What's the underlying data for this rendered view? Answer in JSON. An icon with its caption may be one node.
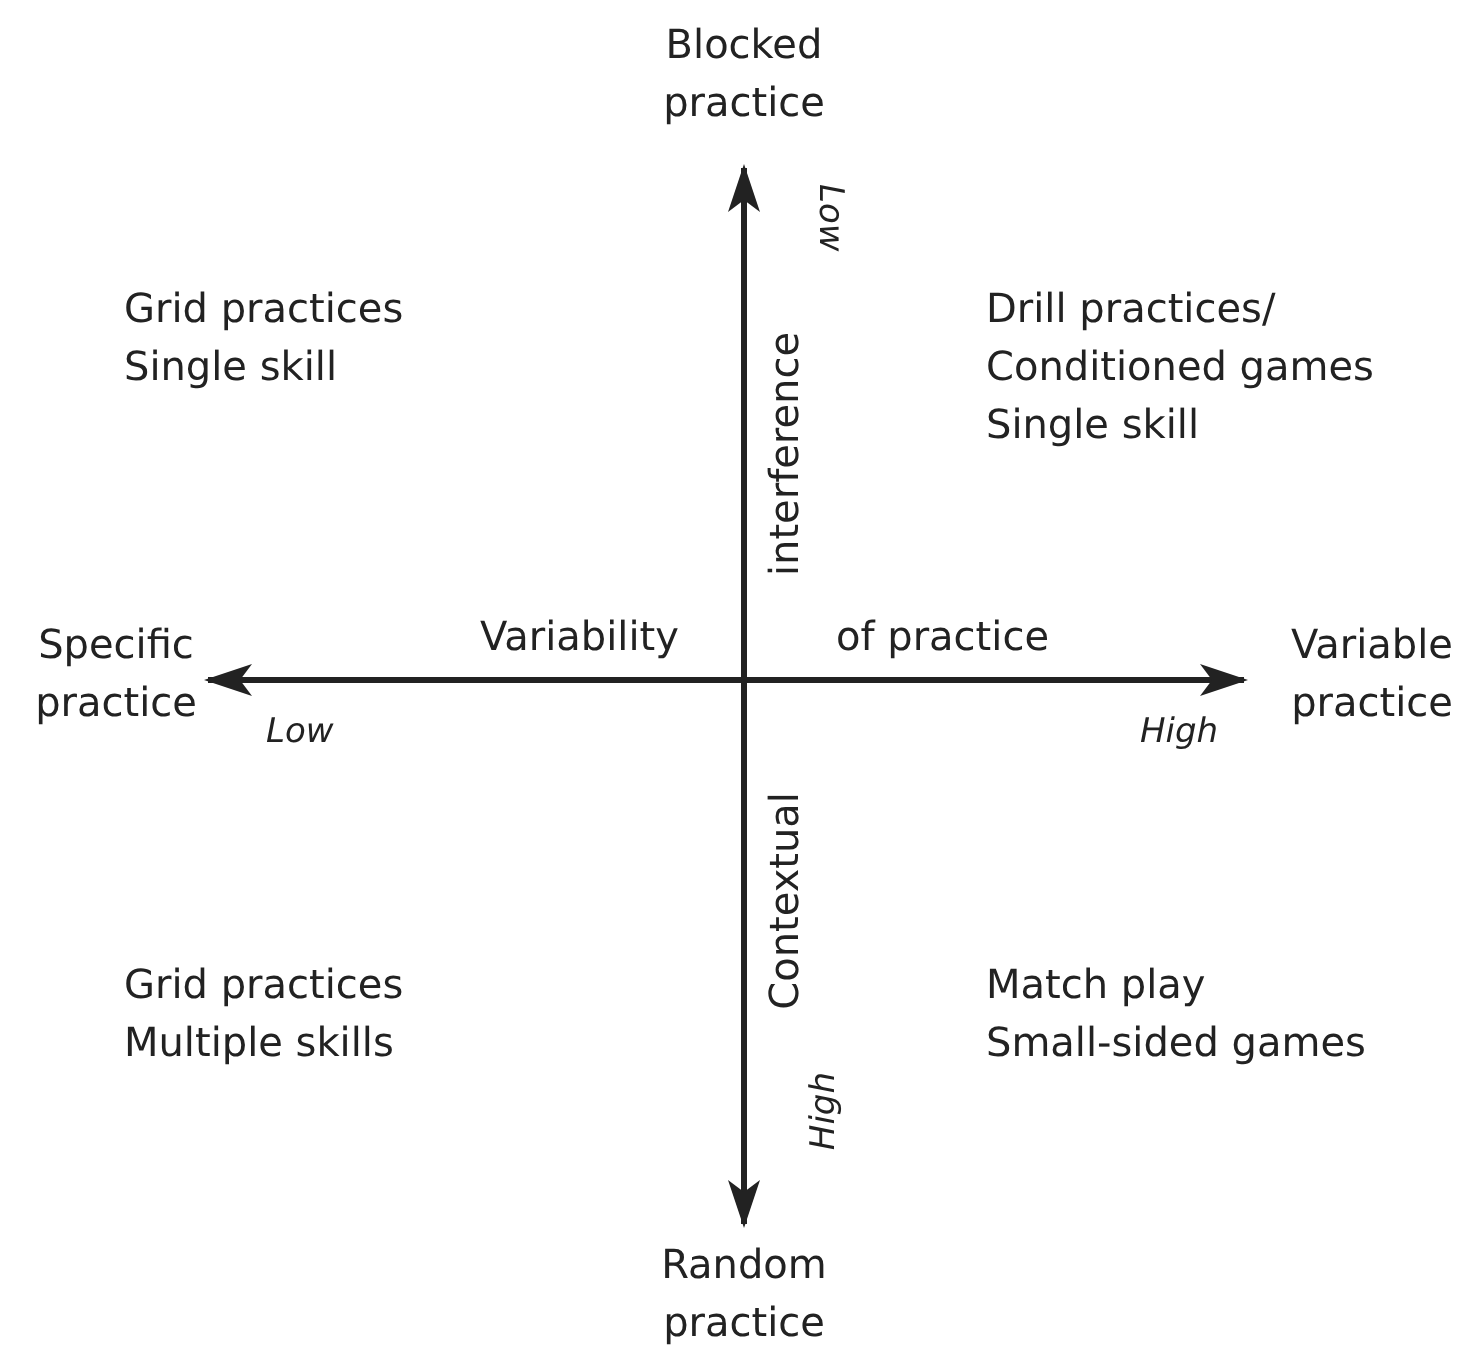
{
  "diagram": {
    "labels": [
      "Blocked practice",
      "Low",
      "Grid practices",
      "Single skill",
      "Drill practices/",
      "Conditioned games",
      "Single skill",
      "interference",
      "Specific practice",
      "Variability",
      "of practice",
      "Variable practice",
      "Low",
      "High",
      "Contextual",
      "Grid practices",
      "Multiple skills",
      "Match play",
      "Small-sided games",
      "High",
      "Random practice"
    ]
  }
}
